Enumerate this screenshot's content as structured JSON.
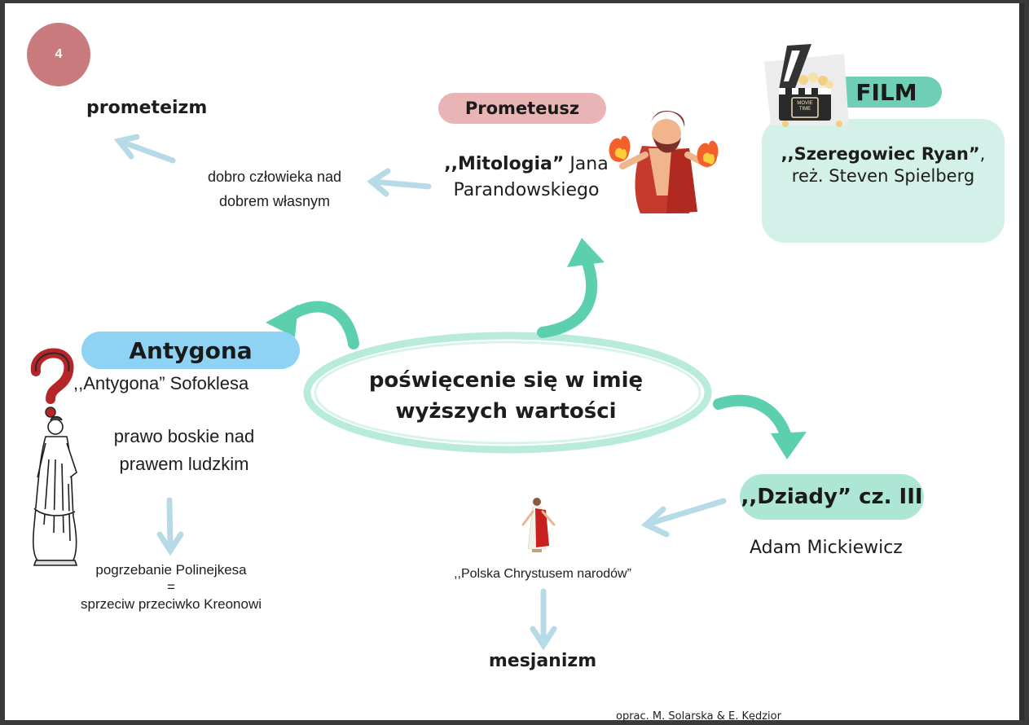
{
  "page_number": "4",
  "center_topic": {
    "line1": "poświęcenie się w imię",
    "line2": "wyższych wartości"
  },
  "prometeusz": {
    "header": "Prometeusz",
    "source_title": ",,Mitologia”",
    "source_author_1": "Jana",
    "source_author_2": "Parandowskiego",
    "value_line1": "dobro człowieka nad",
    "value_line2": "dobrem własnym",
    "concept": "prometeizm"
  },
  "film": {
    "header": "FILM",
    "title": ",,Szeregowiec Ryan”",
    "title_suffix": ",",
    "director": "reż. Steven Spielberg",
    "clapper_text": "MOVIE TIME"
  },
  "antygona": {
    "header": "Antygona",
    "source": ",,Antygona” Sofoklesa",
    "value_line1": "prawo boskie nad",
    "value_line2": "prawem ludzkim",
    "act_line1": "pogrzebanie Polinejkesa",
    "act_line2": "=",
    "act_line3": "sprzeciw przeciwko Kreonowi"
  },
  "dziady": {
    "header": ",,Dziady” cz. III",
    "author": "Adam Mickiewicz",
    "quote": ",,Polska Chrystusem narodów”",
    "concept": "mesjanizm"
  },
  "credits": "oprac. M. Solarska & E. Kędzior",
  "colors": {
    "page_badge": "#c97a7c",
    "prometeusz_pill": "#e8b4b5",
    "film_pill": "#6fcfb6",
    "film_box": "#d3f1e8",
    "antygona_pill": "#8fd3f4",
    "dziady_pill": "#aee6d5",
    "big_arrow": "#5ccfae",
    "small_arrow": "#b7dbe6",
    "center_ring": "#b8ebd9"
  }
}
